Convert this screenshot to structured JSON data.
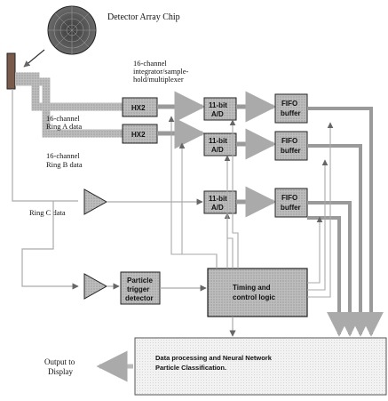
{
  "labels": {
    "chip": "Detector Array Chip",
    "integrator_line1": "16-channel",
    "integrator_line2": "integrator/sample-",
    "integrator_line3": "hold/multiplexer",
    "ring_a_line1": "16-channel",
    "ring_a_line2": "Ring A data",
    "ring_b_line1": "16-channel",
    "ring_b_line2": "Ring B data",
    "ring_c": "Ring C data",
    "output_line1": "Output to",
    "output_line2": "Display"
  },
  "blocks": {
    "hx2_a": "HX2",
    "hx2_b": "HX2",
    "ad_a_line1": "11-bit",
    "ad_a_line2": "A/D",
    "ad_b_line1": "11-bit",
    "ad_b_line2": "A/D",
    "ad_c_line1": "11-bit",
    "ad_c_line2": "A/D",
    "fifo_a_line1": "FIFO",
    "fifo_a_line2": "buffer",
    "fifo_b_line1": "FIFO",
    "fifo_b_line2": "buffer",
    "fifo_c_line1": "FIFO",
    "fifo_c_line2": "buffer",
    "trigger_line1": "Particle",
    "trigger_line2": "trigger",
    "trigger_line3": "detector",
    "timing_line1": "Timing and",
    "timing_line2": "control logic",
    "dp_line1": "Data processing and Neural Network",
    "dp_line2": "Particle Classification."
  }
}
